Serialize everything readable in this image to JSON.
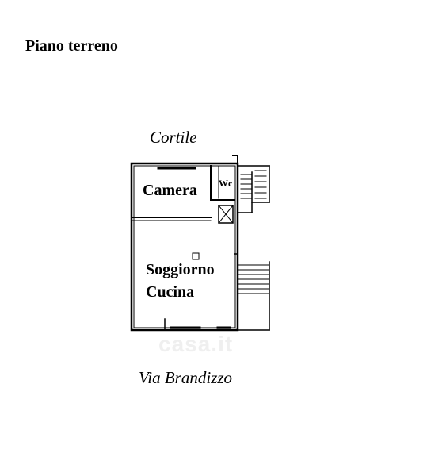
{
  "header": {
    "title": "Piano terreno"
  },
  "orientation": {
    "top_label": "Cortile",
    "bottom_label": "Via Brandizzo"
  },
  "rooms": {
    "camera": "Camera",
    "wc": "Wc",
    "soggiorno": "Soggiorno",
    "cucina": "Cucina"
  },
  "watermark": {
    "text": "casa.it"
  },
  "colors": {
    "wall": "#000000",
    "background": "#ffffff"
  }
}
